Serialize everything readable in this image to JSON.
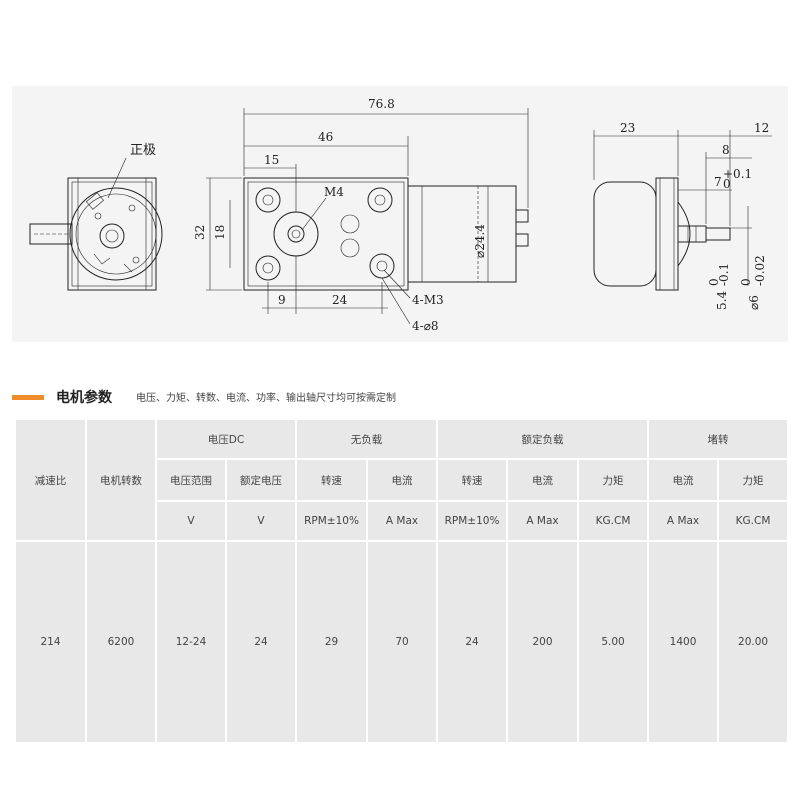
{
  "drawing": {
    "positive_label": "正极",
    "dims": {
      "total_length": "76.8",
      "gear_length": "46",
      "offset_15": "15",
      "thread": "M4",
      "height_32": "32",
      "height_18": "18",
      "diameter_244": "⌀24.4",
      "screw_m3": "4-M3",
      "holes_8": "4-⌀8",
      "spacing_9": "9",
      "spacing_24": "24",
      "side_23": "23",
      "side_12": "12",
      "side_8": "8",
      "side_7": "7",
      "side_7_tol_up": "+0.1",
      "side_7_tol_dn": "0",
      "flat_54": "5.4",
      "flat_tol_up": "0",
      "flat_tol_dn": "-0.1",
      "shaft_6": "⌀6",
      "shaft_tol_up": "0",
      "shaft_tol_dn": "-0.02"
    }
  },
  "section": {
    "title": "电机参数",
    "subtitle": "电压、力矩、转数、电流、功率、输出轴尺寸均可按需定制",
    "accent_color": "#f08c2a"
  },
  "table": {
    "col_ratio": "减速比",
    "col_motor_speed": "电机转数",
    "grp_voltage": "电压DC",
    "grp_no_load": "无负载",
    "grp_rated": "额定负载",
    "grp_stall": "堵转",
    "sub_voltage_range": "电压范围",
    "sub_rated_voltage": "额定电压",
    "sub_nl_speed": "转速",
    "sub_nl_current": "电流",
    "sub_r_speed": "转速",
    "sub_r_current": "电流",
    "sub_r_torque": "力矩",
    "sub_s_current": "电流",
    "sub_s_torque": "力矩",
    "units": [
      "V",
      "V",
      "RPM±10%",
      "A Max",
      "RPM±10%",
      "A Max",
      "KG.CM",
      "A Max",
      "KG.CM"
    ],
    "row": [
      "214",
      "6200",
      "12-24",
      "24",
      "29",
      "70",
      "24",
      "200",
      "5.00",
      "1400",
      "20.00"
    ]
  }
}
